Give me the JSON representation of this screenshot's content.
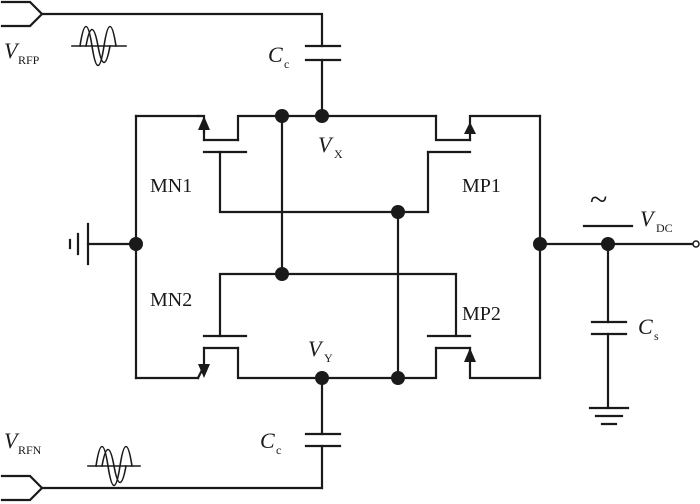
{
  "labels": {
    "v_rfp_main": "V",
    "v_rfp_sub": "RFP",
    "v_rfn_main": "V",
    "v_rfn_sub": "RFN",
    "cc_top_main": "C",
    "cc_top_sub": "c",
    "cc_bottom_main": "C",
    "cc_bottom_sub": "c",
    "vx_main": "V",
    "vx_sub": "X",
    "vy_main": "V",
    "vy_sub": "Y",
    "vdc_main": "V",
    "vdc_sub": "DC",
    "cs_main": "C",
    "cs_sub": "s",
    "mn1": "MN1",
    "mn2": "MN2",
    "mp1": "MP1",
    "mp2": "MP2",
    "ac_symbol": "~"
  },
  "colors": {
    "stroke": "#1a1a1a",
    "background": "#ffffff"
  }
}
